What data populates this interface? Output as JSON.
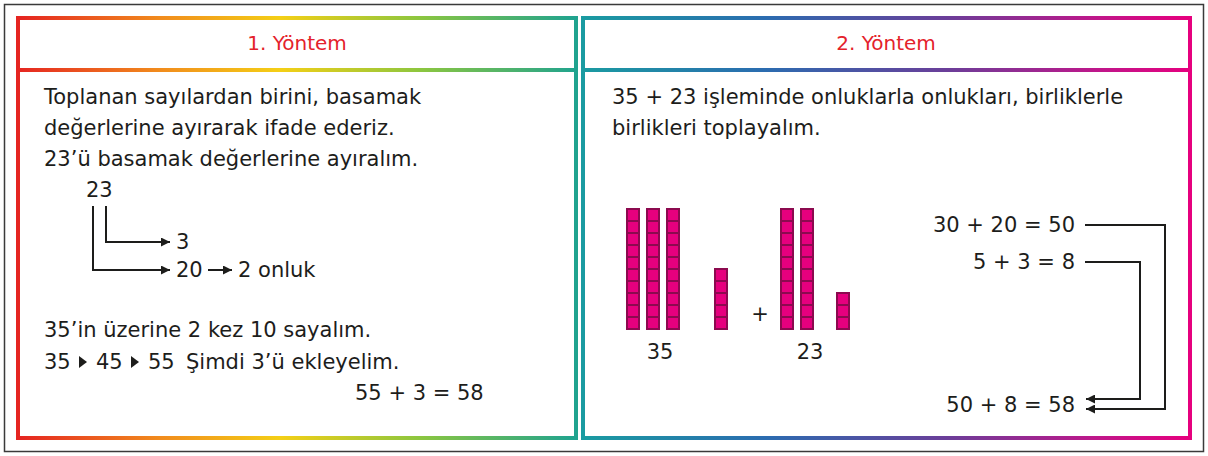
{
  "diagram": {
    "nodes": [
      {
        "text": [
          "1. Yöntem",
          "Toplanan sayılardan birini, basamak değerlerine ayırarak ifade ederiz.",
          "23’ü basamak değerlerine ayıralım.",
          "23",
          "3",
          "20",
          "2 onluk",
          "35’in üzerine 2 kez 10 sayalım.",
          "35",
          "45",
          "55",
          "Şimdi 3’ü ekleyelim.",
          "55 + 3 = 58"
        ]
      },
      {
        "text": [
          "2. Yöntem",
          "35 + 23 işleminde onluklarla onlukları, birliklerle birlikleri toplayalım.",
          "+",
          "35",
          "23",
          "30 + 20 = 50",
          "5 + 3 = 8",
          "50 + 8 = 58"
        ]
      }
    ]
  }
}
